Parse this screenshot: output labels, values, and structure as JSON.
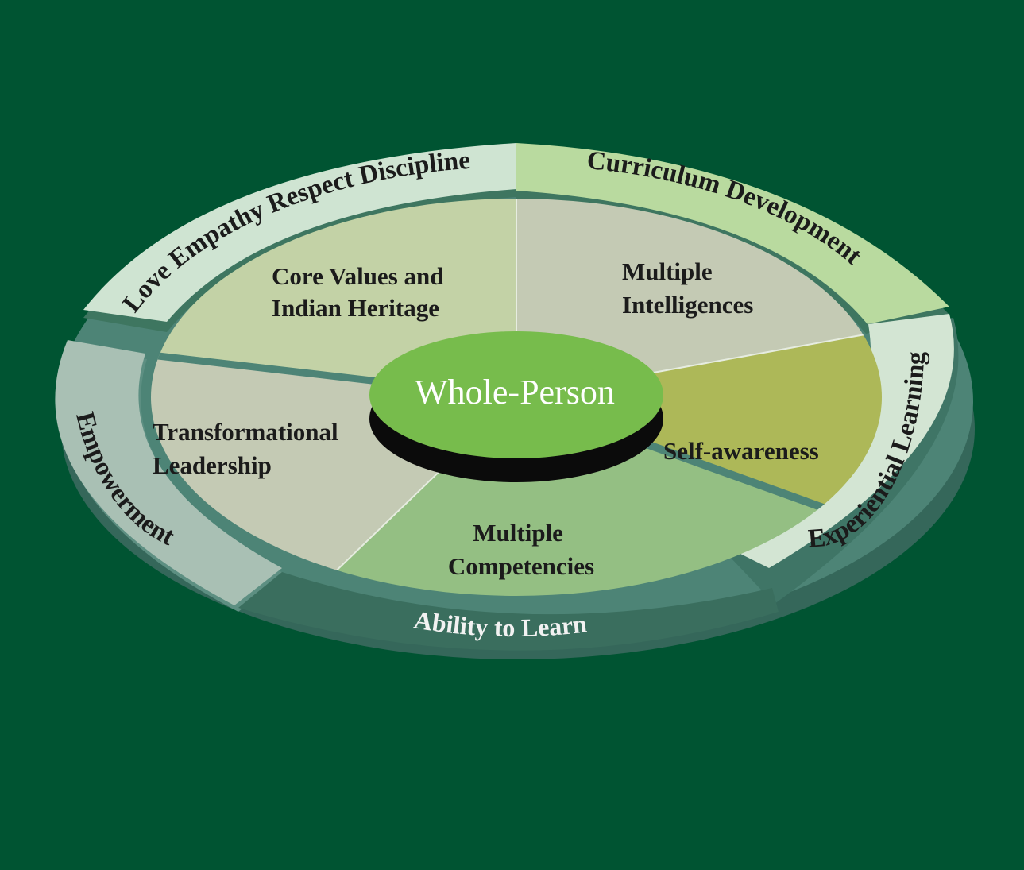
{
  "diagram": {
    "center": {
      "label": "Whole-Person"
    },
    "segments": [
      {
        "id": "core-values",
        "lines": [
          "Core Values and",
          "Indian Heritage"
        ],
        "color": "#c3d2a6"
      },
      {
        "id": "multiple-intelligences",
        "lines": [
          "Multiple",
          "Intelligences"
        ],
        "color": "#c4cab4"
      },
      {
        "id": "self-awareness",
        "lines": [
          "Self-awareness"
        ],
        "color": "#adb858"
      },
      {
        "id": "multiple-competencies",
        "lines": [
          "Multiple",
          "Competencies"
        ],
        "color": "#94bf83"
      },
      {
        "id": "transformational-leadership",
        "lines": [
          "Transformational",
          "Leadership"
        ],
        "color": "#c4cab4"
      }
    ],
    "outer_ring": [
      {
        "id": "love-empathy",
        "label": "Love Empathy Respect Discipline",
        "color": "#cfe4d2"
      },
      {
        "id": "curriculum-development",
        "label": "Curriculum Development",
        "color": "#b9da9f"
      },
      {
        "id": "experiential-learning",
        "label": "Experiential Learning",
        "color": "#d3e5d3"
      },
      {
        "id": "ability-to-learn",
        "label": "Ability to Learn",
        "color": "#3a6e5e"
      },
      {
        "id": "empowerment",
        "label": "Empowerment",
        "color": "#a9c0b4"
      }
    ],
    "colors": {
      "background": "#005432",
      "hub": "#77bc4c",
      "hub_shadow": "#0b0b0b",
      "ring_base": "#3d6e60"
    }
  }
}
